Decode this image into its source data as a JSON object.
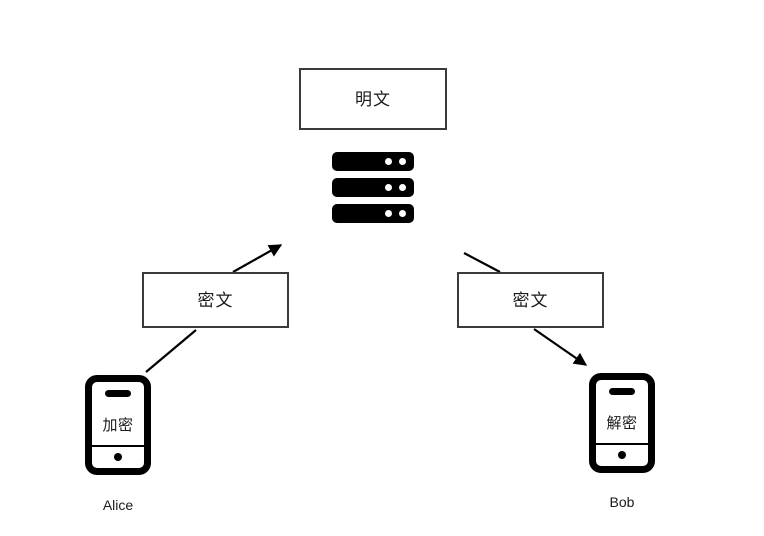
{
  "diagram": {
    "title": "end-to-end-encryption-flow",
    "background_color": "#ffffff",
    "stroke_color": "#000000",
    "box_border_color": "#3b3b3b",
    "text_color": "#1a1a1a"
  },
  "nodes": {
    "plaintext_box": {
      "label": "明文",
      "meaning": "plaintext"
    },
    "ciphertext_box_left": {
      "label": "密文",
      "meaning": "ciphertext"
    },
    "ciphertext_box_right": {
      "label": "密文",
      "meaning": "ciphertext"
    },
    "server": {
      "icon": "server-stack-icon",
      "rows": 3,
      "leds_per_row": 2
    },
    "phone_alice": {
      "screen_label": "加密",
      "meaning": "encrypt",
      "icon": "smartphone-icon"
    },
    "phone_bob": {
      "screen_label": "解密",
      "meaning": "decrypt",
      "icon": "smartphone-icon"
    }
  },
  "actors": {
    "left": "Alice",
    "right": "Bob"
  },
  "connectors": [
    {
      "name": "alice-phone-to-ciphertext-left",
      "from": "phone_alice",
      "to": "ciphertext_box_left",
      "arrowhead": false
    },
    {
      "name": "ciphertext-left-to-server",
      "from": "ciphertext_box_left",
      "to": "server",
      "arrowhead": true
    },
    {
      "name": "server-to-ciphertext-right",
      "from": "server",
      "to": "ciphertext_box_right",
      "arrowhead": false
    },
    {
      "name": "ciphertext-right-to-bob-phone",
      "from": "ciphertext_box_right",
      "to": "phone_bob",
      "arrowhead": true
    }
  ]
}
